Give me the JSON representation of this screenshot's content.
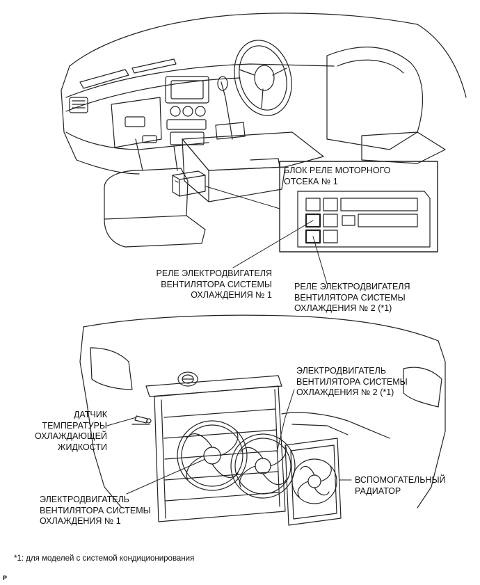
{
  "relay_block": {
    "title_lines": [
      "БЛОК РЕЛЕ МОТОРНОГО",
      "ОТСЕКА № 1"
    ]
  },
  "labels": {
    "fan_relay_1": [
      "РЕЛЕ ЭЛЕКТРОДВИГАТЕЛЯ",
      "ВЕНТИЛЯТОРА СИСТЕМЫ",
      "ОХЛАЖДЕНИЯ № 1"
    ],
    "fan_relay_2": [
      "РЕЛЕ ЭЛЕКТРОДВИГАТЕЛЯ",
      "ВЕНТИЛЯТОРА СИСТЕМЫ",
      "ОХЛАЖДЕНИЯ № 2 (*1)"
    ],
    "fan_motor_2": [
      "ЭЛЕКТРОДВИГАТЕЛЬ",
      "ВЕНТИЛЯТОРА СИСТЕМЫ",
      "ОХЛАЖДЕНИЯ № 2 (*1)"
    ],
    "coolant_sensor": [
      "ДАТЧИК",
      "ТЕМПЕРАТУРЫ",
      "ОХЛАЖДАЮЩЕЙ",
      "ЖИДКОСТИ"
    ],
    "aux_radiator": [
      "ВСПОМОГАТЕЛЬНЫЙ",
      "РАДИАТОР"
    ],
    "fan_motor_1": [
      "ЭЛЕКТРОДВИГАТЕЛЬ",
      "ВЕНТИЛЯТОРА СИСТЕМЫ",
      "ОХЛАЖДЕНИЯ № 1"
    ]
  },
  "footnote": "*1: для моделей с системой кондиционирования",
  "corner_mark": "P"
}
